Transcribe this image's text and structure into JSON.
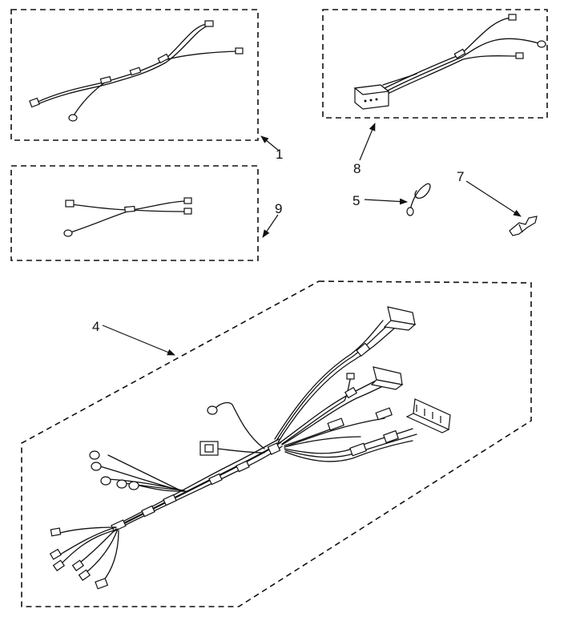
{
  "callouts": {
    "c1": "1",
    "c9": "9",
    "c8": "8",
    "c5": "5",
    "c7": "7",
    "c4": "4"
  }
}
